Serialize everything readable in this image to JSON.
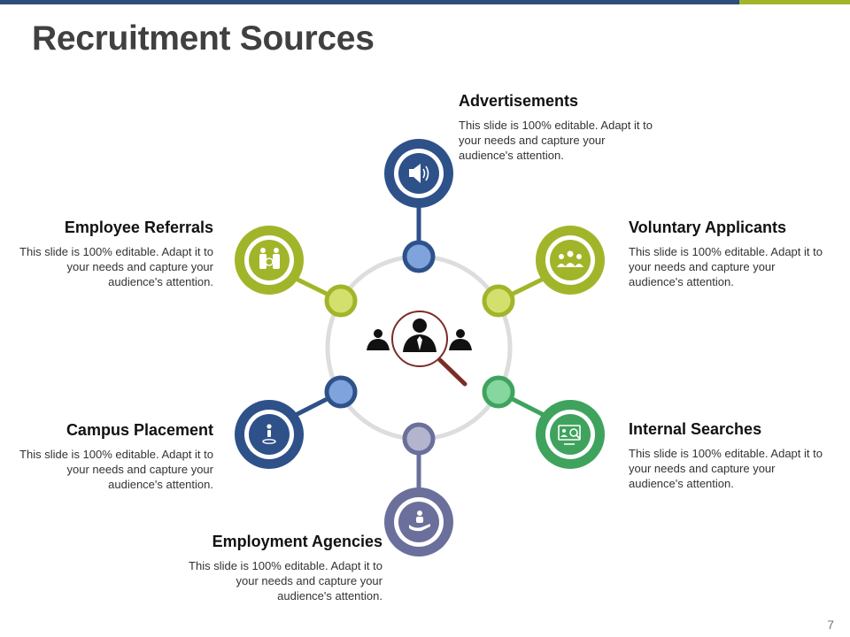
{
  "title": "Recruitment Sources",
  "page_number": "7",
  "colors": {
    "top_bar": "#2e4d7b",
    "top_bar_accent": "#a2b52a",
    "blue": "#2e5189",
    "green_lime": "#a2b52a",
    "green": "#3fa35e",
    "slate": "#6a6f9b",
    "center_ring": "#dddddd",
    "magnifier": "#7a2d26"
  },
  "nodes": [
    {
      "heading": "Advertisements",
      "description": "This slide is 100% editable. Adapt it to your needs and capture your audience's attention.",
      "icon": "megaphone-icon"
    },
    {
      "heading": "Voluntary Applicants",
      "description": "This slide is 100% editable. Adapt it to your needs and capture your audience's attention.",
      "icon": "group-icon"
    },
    {
      "heading": "Internal Searches",
      "description": "This slide is 100% editable. Adapt it to your needs and capture your audience's attention.",
      "icon": "monitor-search-icon"
    },
    {
      "heading": "Employment Agencies",
      "description": "This slide is 100% editable. Adapt it to your needs and capture your audience's attention.",
      "icon": "hand-person-icon"
    },
    {
      "heading": "Campus Placement",
      "description": "This slide is 100% editable. Adapt it to your needs and capture your audience's attention.",
      "icon": "person-pin-icon"
    },
    {
      "heading": "Employee Referrals",
      "description": "This slide is 100% editable. Adapt it to your needs and capture your audience's attention.",
      "icon": "family-icon"
    }
  ],
  "center_icon": "people-search-icon"
}
